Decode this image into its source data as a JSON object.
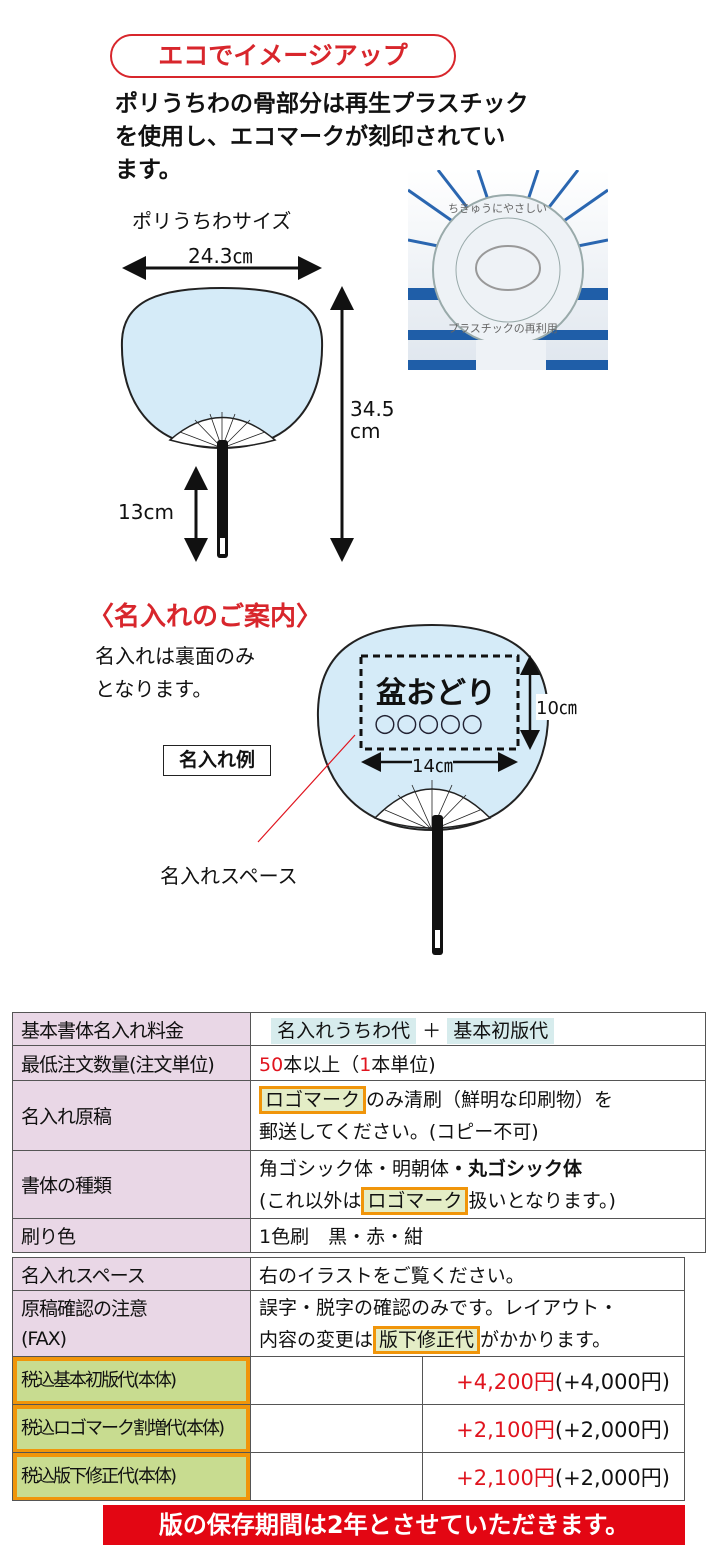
{
  "eco": {
    "title": "エコでイメージアップ",
    "lines": [
      "ポリうちわの骨部分は再生プラスチック",
      "を使用し、エコマークが刻印されてい",
      "ます。"
    ],
    "photo_text_top": "ちきゅうにやさしい",
    "photo_text_bottom": "プラスチックの再利用"
  },
  "size": {
    "title": "ポリうちわサイズ",
    "width": "24.3㎝",
    "height_num": "34.5",
    "height_unit": "cm",
    "handle": "13cm"
  },
  "guide": {
    "title": "〈名入れのご案内〉",
    "lines": [
      "名入れは裏面のみ",
      "となります。"
    ],
    "example_label": "名入れ例",
    "sample_text": "盆おどり",
    "sample_circles": "○○○○○",
    "dim_h": "10㎝",
    "dim_w": "14㎝",
    "space_label": "名入れスペース"
  },
  "table1": {
    "r1": {
      "h": "基本書体名入れ料金",
      "a": "名入れうちわ代",
      "plus": "＋",
      "b": "基本初版代"
    },
    "r2": {
      "h": "最低注文数量(注文単位)",
      "n1": "50",
      "t1": "本以上（",
      "n2": "1",
      "t2": "本単位)"
    },
    "r3": {
      "h": "名入れ原稿",
      "logo": "ロゴマーク",
      "t1": "のみ清刷（鮮明な印刷物）を",
      "t2": "郵送してください。(コピー不可)"
    },
    "r4": {
      "h": "書体の種類",
      "f1": "角ゴシック体・",
      "f2": "明朝体",
      "f3": "・丸ゴシック体",
      "t1": "(これ以外は",
      "logo": "ロゴマーク",
      "t2": "扱いとなります。)"
    },
    "r5": {
      "h": "刷り色",
      "v": "1色刷　黒・赤・紺"
    }
  },
  "table2": {
    "r1": {
      "h": "名入れスペース",
      "v": "右のイラストをご覧ください。"
    },
    "r2": {
      "h1": "原稿確認の注意",
      "h2": "(FAX)",
      "t1": "誤字・脱字の確認のみです。レイアウト・",
      "t2": "内容の変更は",
      "hl": "版下修正代",
      "t3": "がかかります。"
    },
    "fees": [
      {
        "label": "税込基本初版代(本体)",
        "price": "+4,200円",
        "base": "(+4,000円)"
      },
      {
        "label": "税込ロゴマーク割増代(本体)",
        "price": "+2,100円",
        "base": "(+2,000円)"
      },
      {
        "label": "税込版下修正代(本体)",
        "price": "+2,100円",
        "base": "(+2,000円)"
      }
    ]
  },
  "banner": "版の保存期間は2年とさせていただきます。"
}
